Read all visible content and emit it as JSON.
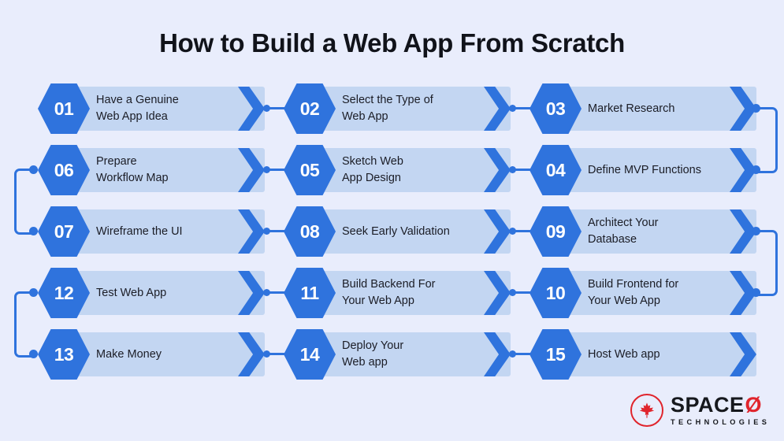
{
  "title": "How to Build a Web App From Scratch",
  "theme": {
    "background": "#e9edfc",
    "hex_blue": "#2f73dd",
    "bar_blue": "#c3d6f2",
    "text_dark": "#1b1d26",
    "logo_red": "#e0242c"
  },
  "rows": [
    {
      "direction": "ltr",
      "steps": [
        {
          "number": "01",
          "label": "Have a Genuine\nWeb App Idea"
        },
        {
          "number": "02",
          "label": "Select the Type of\nWeb App"
        },
        {
          "number": "03",
          "label": "Market Research"
        }
      ]
    },
    {
      "direction": "rtl",
      "steps": [
        {
          "number": "06",
          "label": "Prepare\nWorkflow Map"
        },
        {
          "number": "05",
          "label": "Sketch Web\nApp Design"
        },
        {
          "number": "04",
          "label": "Define MVP Functions"
        }
      ]
    },
    {
      "direction": "ltr",
      "steps": [
        {
          "number": "07",
          "label": "Wireframe the UI"
        },
        {
          "number": "08",
          "label": "Seek Early Validation"
        },
        {
          "number": "09",
          "label": "Architect Your\nDatabase"
        }
      ]
    },
    {
      "direction": "rtl",
      "steps": [
        {
          "number": "12",
          "label": "Test Web App"
        },
        {
          "number": "11",
          "label": "Build Backend For\nYour Web App"
        },
        {
          "number": "10",
          "label": "Build Frontend for\nYour Web App"
        }
      ]
    },
    {
      "direction": "ltr",
      "steps": [
        {
          "number": "13",
          "label": "Make Money"
        },
        {
          "number": "14",
          "label": "Deploy Your\nWeb app"
        },
        {
          "number": "15",
          "label": "Host Web app"
        }
      ]
    }
  ],
  "logo": {
    "icon": "maple-leaf-icon",
    "name": "SPACE",
    "o_glyph": "Ø",
    "tagline": "TECHNOLOGIES"
  }
}
